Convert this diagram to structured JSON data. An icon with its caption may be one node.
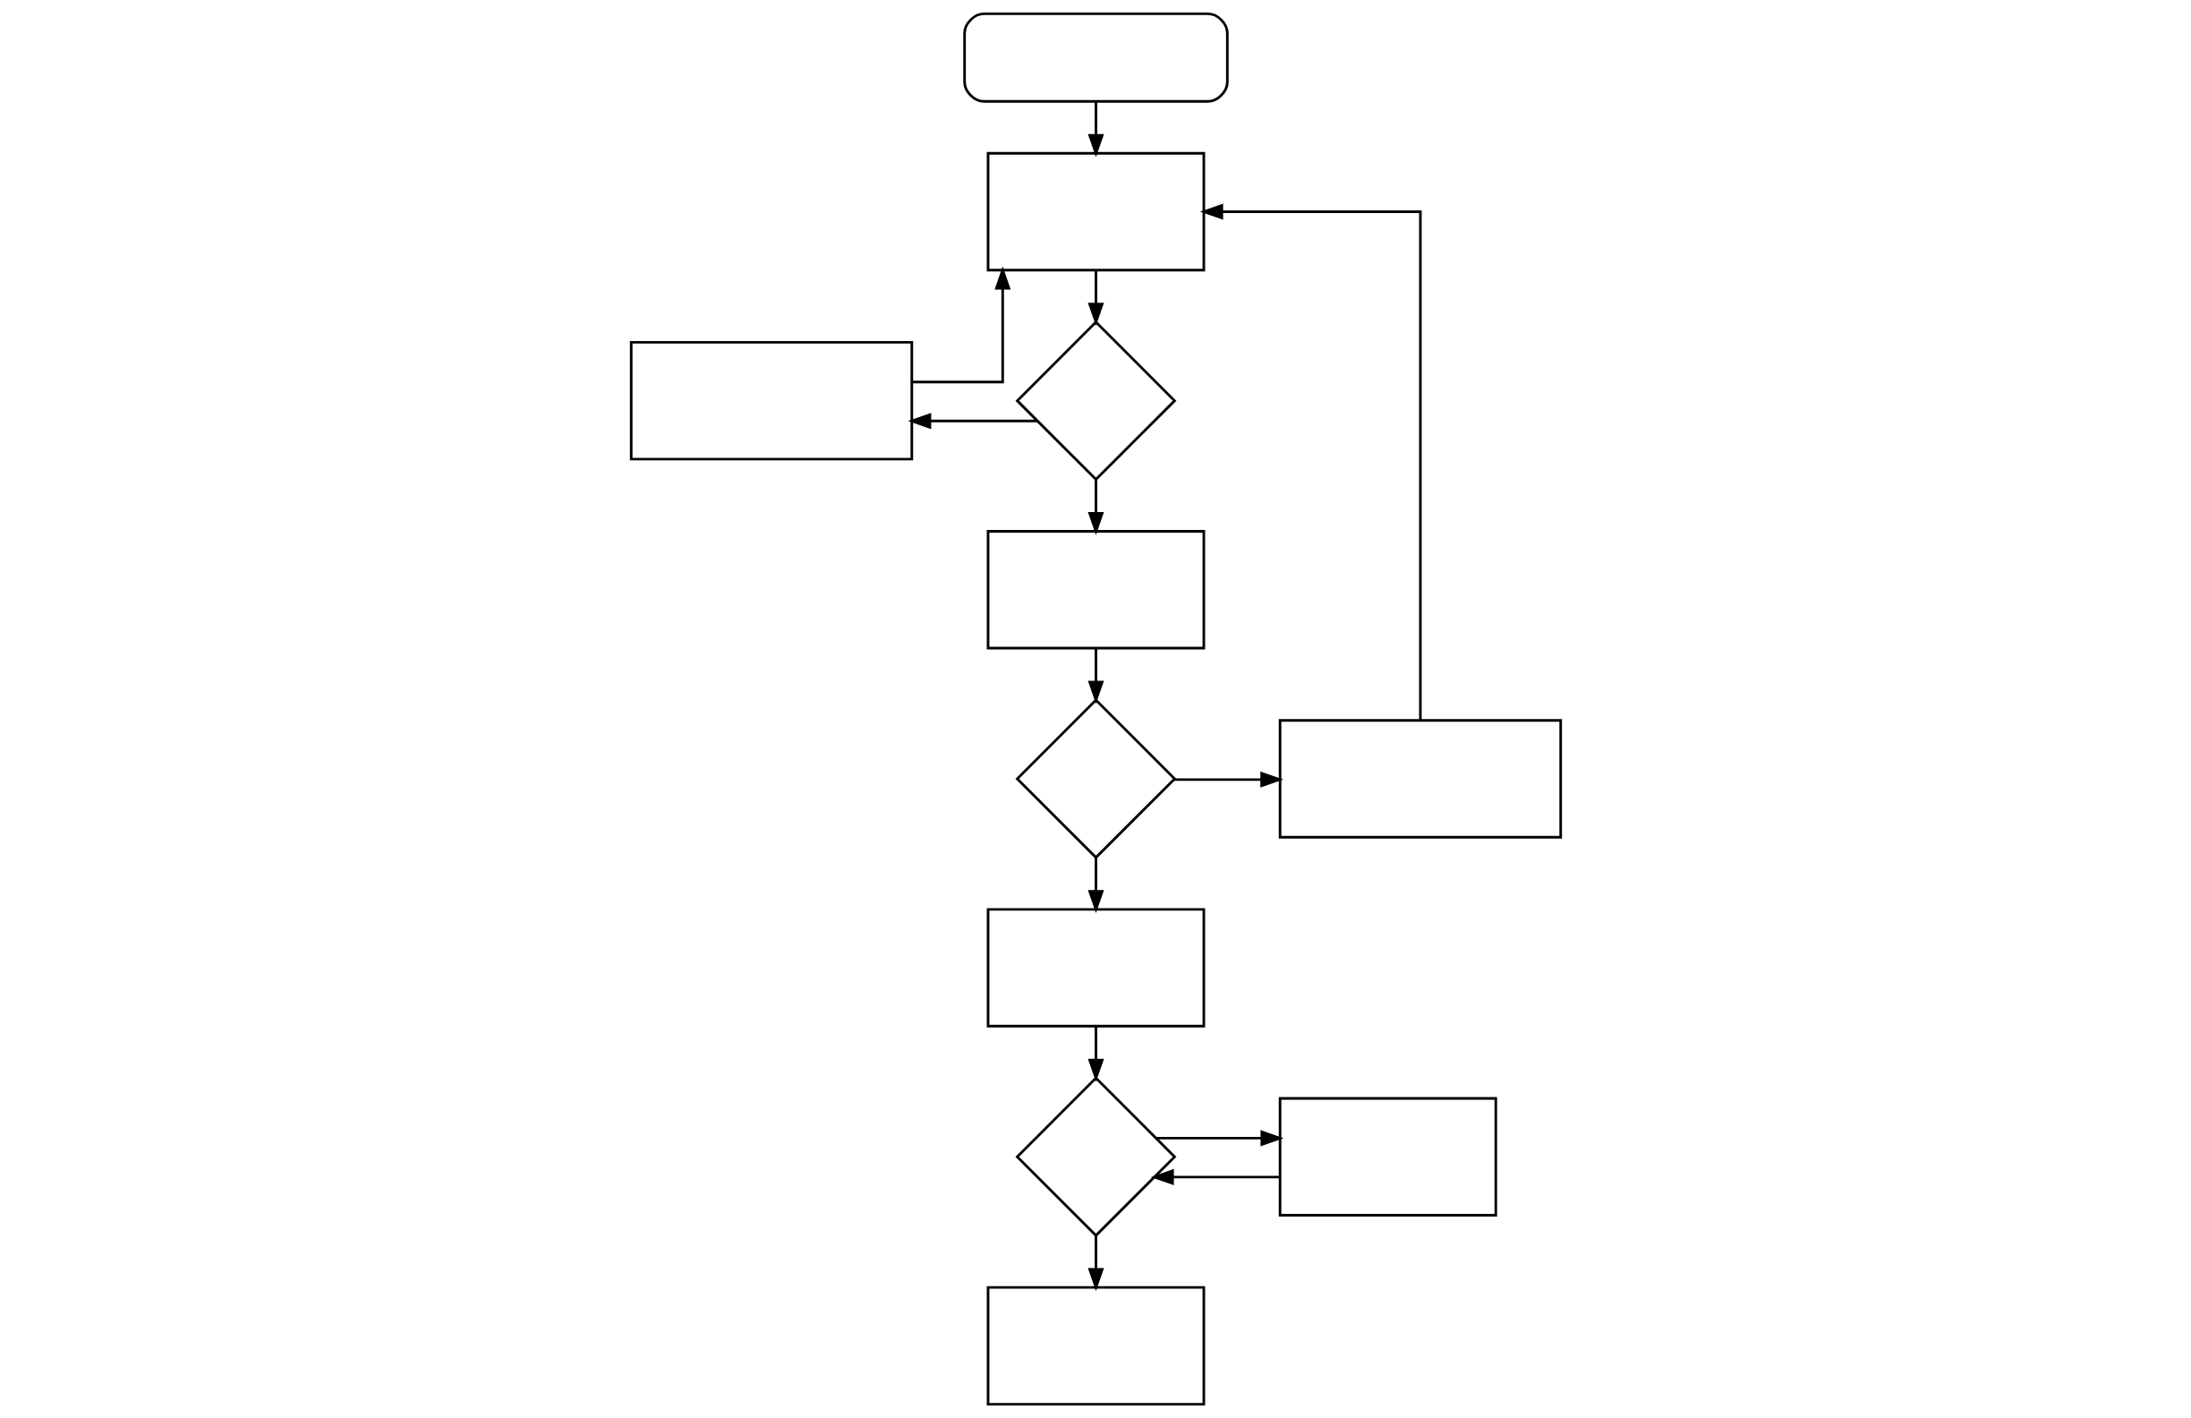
{
  "diagram": {
    "nodes": [
      {
        "text": [],
        "shape": "rounded"
      },
      {
        "text": [],
        "shape": "box"
      },
      {
        "text": [],
        "shape": "diamond"
      },
      {
        "text": [],
        "shape": "box"
      },
      {
        "text": [],
        "shape": "box"
      },
      {
        "text": [],
        "shape": "diamond"
      },
      {
        "text": [],
        "shape": "box"
      },
      {
        "text": [],
        "shape": "box"
      },
      {
        "text": [],
        "shape": "diamond"
      },
      {
        "text": [],
        "shape": "box"
      },
      {
        "text": [],
        "shape": "box"
      }
    ],
    "edges": [
      {
        "from": 0,
        "to": 1,
        "arrow": "to"
      },
      {
        "from": 1,
        "to": 2,
        "arrow": "to"
      },
      {
        "from": 2,
        "to": 3,
        "arrow": "to"
      },
      {
        "from": 3,
        "to": 1,
        "arrow": "to"
      },
      {
        "from": 2,
        "to": 4,
        "arrow": "to"
      },
      {
        "from": 4,
        "to": 5,
        "arrow": "to"
      },
      {
        "from": 5,
        "to": 6,
        "arrow": "to"
      },
      {
        "from": 6,
        "to": 1,
        "arrow": "to"
      },
      {
        "from": 5,
        "to": 7,
        "arrow": "to"
      },
      {
        "from": 7,
        "to": 8,
        "arrow": "to"
      },
      {
        "from": 8,
        "to": 9,
        "arrow": "to"
      },
      {
        "from": 9,
        "to": 8,
        "arrow": "to"
      },
      {
        "from": 8,
        "to": 10,
        "arrow": "to"
      }
    ]
  }
}
